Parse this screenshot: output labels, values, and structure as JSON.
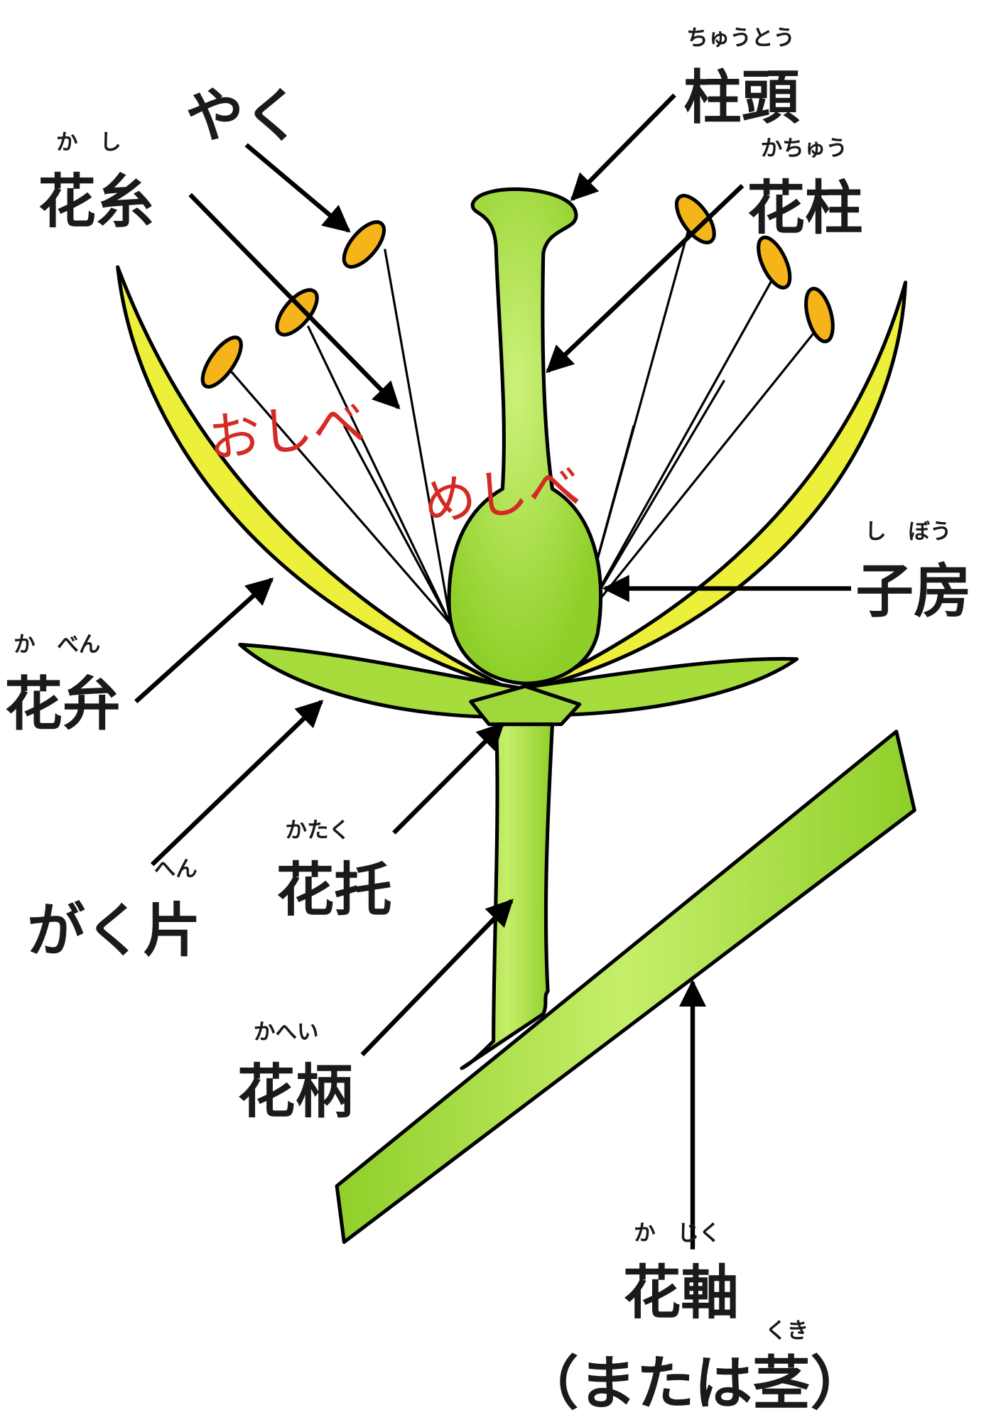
{
  "title": "花のつくり",
  "colors": {
    "petal": "#ecf03a",
    "green": "#9fd83a",
    "green_light": "#c3ec63",
    "anther": "#f5b41a",
    "red_text": "#d42a24"
  },
  "labels": {
    "anther": {
      "text": "やく"
    },
    "filament": {
      "text": "花糸",
      "ruby": "か　し"
    },
    "stigma": {
      "text": "柱頭",
      "ruby": "ちゅうとう"
    },
    "style": {
      "text": "花柱",
      "ruby": "かちゅう"
    },
    "ovary": {
      "text": "子房",
      "ruby": "し　ぼう"
    },
    "petal": {
      "text": "花弁",
      "ruby": "か　べん"
    },
    "sepal": {
      "text": "がく片",
      "ruby": "へん"
    },
    "receptacle": {
      "text": "花托",
      "ruby": "かたく"
    },
    "peduncle": {
      "text": "花柄",
      "ruby": "かへい"
    },
    "axis": {
      "text": "花軸",
      "ruby": "か　じく"
    },
    "stem": {
      "text": "（または茎）",
      "ruby": "くき"
    }
  },
  "groups": {
    "stamen": "おしべ",
    "pistil": "めしべ"
  }
}
